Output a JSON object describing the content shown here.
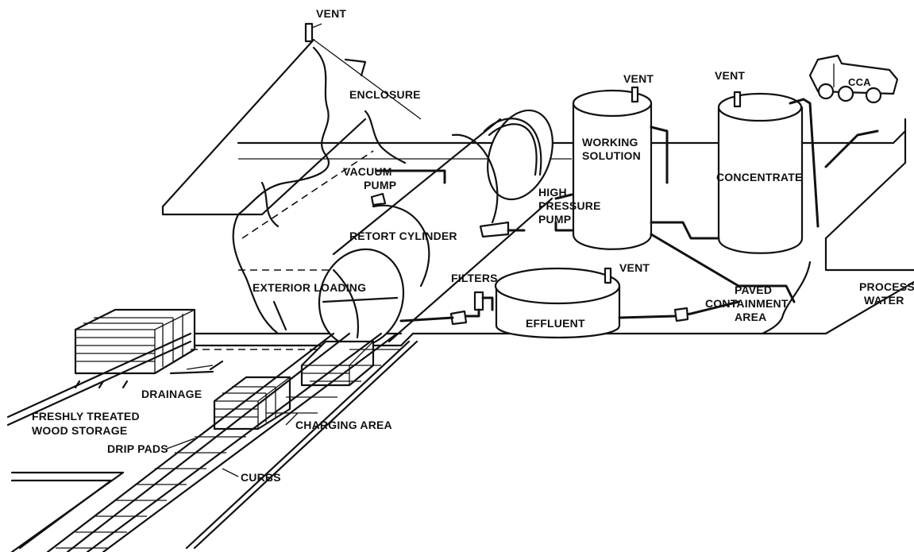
{
  "colors": {
    "ink": "#111111",
    "paper": "#ffffff"
  },
  "labels": {
    "vent_enclosure": "VENT",
    "enclosure": "ENCLOSURE",
    "vent_working": "VENT",
    "vent_concentrate": "VENT",
    "working_solution_1": "WORKING",
    "working_solution_2": "SOLUTION",
    "concentrate": "CONCENTRATE",
    "vacuum_pump_1": "VACUUM",
    "vacuum_pump_2": "PUMP",
    "high_pressure_pump_1": "HIGH",
    "high_pressure_pump_2": "PRESSURE",
    "high_pressure_pump_3": "PUMP",
    "retort_cylinder": "RETORT CYLINDER",
    "vent_effluent": "VENT",
    "filters": "FILTERS",
    "exterior_loading": "EXTERIOR LOADING",
    "effluent": "EFFLUENT",
    "paved_containment_1": "PAVED",
    "paved_containment_2": "CONTAINMENT",
    "paved_containment_3": "AREA",
    "process_water_1": "PROCESS",
    "process_water_2": "WATER",
    "drainage": "DRAINAGE",
    "wood_storage_1": "FRESHLY TREATED",
    "wood_storage_2": "WOOD STORAGE",
    "charging_area": "CHARGING AREA",
    "drip_pads": "DRIP PADS",
    "curbs": "CURBS",
    "truck_marking": "CCA"
  }
}
